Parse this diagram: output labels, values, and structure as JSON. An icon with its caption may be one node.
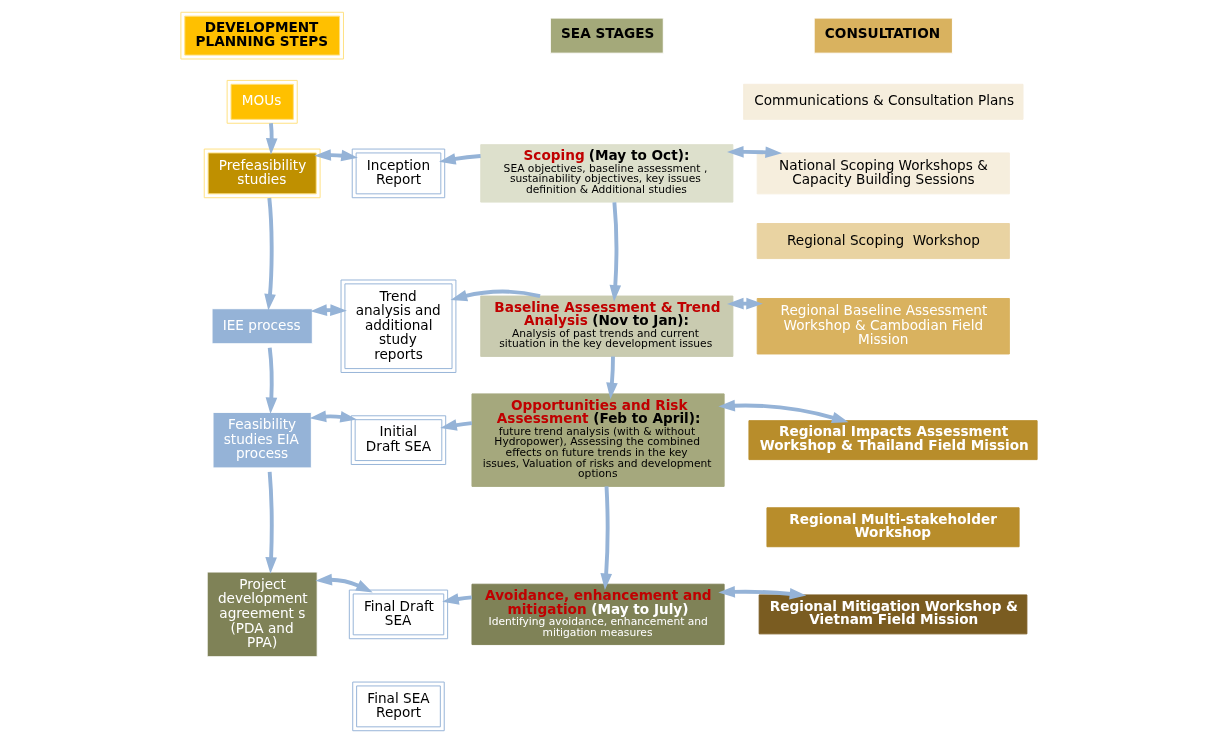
{
  "diagram": {
    "nodes": [
      {
        "text": [
          "DEVELOPMENT PLANNING STEPS"
        ]
      },
      {
        "text": [
          "SEA STAGES"
        ]
      },
      {
        "text": [
          "CONSULTATION"
        ]
      },
      {
        "text": [
          "MOUs"
        ]
      },
      {
        "text": [
          "Prefeasibility studies"
        ]
      },
      {
        "text": [
          "IEE process"
        ]
      },
      {
        "text": [
          "Feasibility studies EIA process"
        ]
      },
      {
        "text": [
          "Project development agreement s (PDA and PPA)"
        ]
      },
      {
        "text": [
          "Inception Report"
        ]
      },
      {
        "text": [
          "Trend analysis and additional study reports"
        ]
      },
      {
        "text": [
          "Initial Draft SEA"
        ]
      },
      {
        "text": [
          "Final Draft SEA"
        ]
      },
      {
        "text": [
          "Final SEA Report"
        ]
      },
      {
        "text": [
          "Scoping",
          "(May to Oct):",
          "SEA objectives, baseline assessment , sustainability objectives, key issues definition & Additional studies"
        ]
      },
      {
        "text": [
          "Baseline Assessment & Trend Analysis",
          "(Nov to Jan):",
          "Analysis of past trends and current situation in the key development issues"
        ]
      },
      {
        "text": [
          "Opportunities and Risk Assessment",
          "(Feb to April):",
          "future trend analysis (with & without Hydropower), Assessing the combined effects on future trends in the key issues, Valuation of risks and development options"
        ]
      },
      {
        "text": [
          "Avoidance, enhancement and mitigation",
          "(May to July)",
          "Identifying avoidance, enhancement and mitigation measures"
        ]
      },
      {
        "text": [
          "Communications & Consultation Plans"
        ]
      },
      {
        "text": [
          "National Scoping Workshops & Capacity Building Sessions"
        ]
      },
      {
        "text": [
          "Regional Scoping  Workshop"
        ]
      },
      {
        "text": [
          "Regional Baseline Assessment Workshop & Cambodian Field Mission"
        ]
      },
      {
        "text": [
          "Regional Impacts Assessment Workshop & Thailand Field Mission"
        ]
      },
      {
        "text": [
          "Regional Multi-stakeholder Workshop"
        ]
      },
      {
        "text": [
          "Regional Mitigation Workshop & Vietnam Field Mission"
        ]
      }
    ],
    "edges": [
      {
        "from": 3,
        "to": 4,
        "arrow": "to"
      },
      {
        "from": 4,
        "to": 5,
        "arrow": "to"
      },
      {
        "from": 5,
        "to": 6,
        "arrow": "to"
      },
      {
        "from": 6,
        "to": 7,
        "arrow": "to"
      },
      {
        "from": 4,
        "to": 8,
        "arrow": "both"
      },
      {
        "from": 5,
        "to": 9,
        "arrow": "both"
      },
      {
        "from": 6,
        "to": 10,
        "arrow": "both"
      },
      {
        "from": 7,
        "to": 11,
        "arrow": "both"
      },
      {
        "from": 13,
        "to": 8,
        "arrow": "to"
      },
      {
        "from": 14,
        "to": 9,
        "arrow": "to"
      },
      {
        "from": 15,
        "to": 10,
        "arrow": "to"
      },
      {
        "from": 16,
        "to": 11,
        "arrow": "to"
      },
      {
        "from": 13,
        "to": 14,
        "arrow": "to"
      },
      {
        "from": 14,
        "to": 15,
        "arrow": "to"
      },
      {
        "from": 15,
        "to": 16,
        "arrow": "to"
      },
      {
        "from": 13,
        "to": 18,
        "arrow": "both"
      },
      {
        "from": 14,
        "to": 20,
        "arrow": "both"
      },
      {
        "from": 15,
        "to": 21,
        "arrow": "both"
      },
      {
        "from": 16,
        "to": 23,
        "arrow": "both"
      }
    ]
  }
}
